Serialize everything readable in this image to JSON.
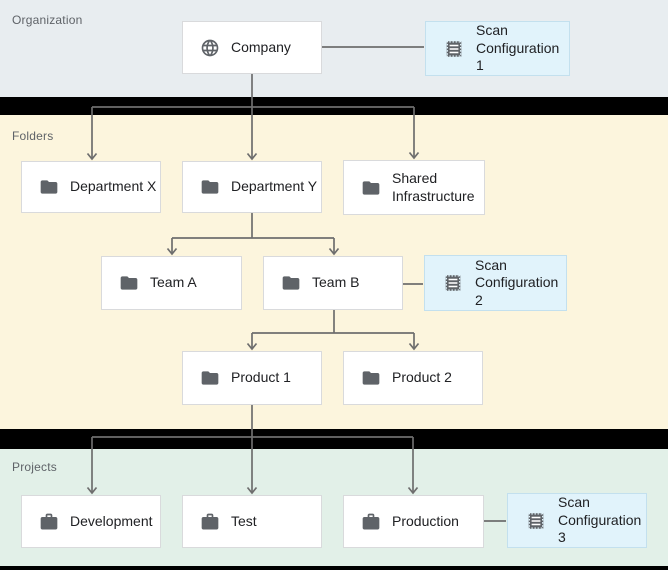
{
  "sections": {
    "organization": {
      "label": "Organization"
    },
    "folders": {
      "label": "Folders"
    },
    "projects": {
      "label": "Projects"
    }
  },
  "nodes": {
    "company": {
      "label": "Company",
      "icon": "globe-icon"
    },
    "department_x": {
      "label": "Department X",
      "icon": "folder-icon"
    },
    "department_y": {
      "label": "Department Y",
      "icon": "folder-icon"
    },
    "shared_infrastructure": {
      "label": "Shared Infrastructure",
      "icon": "folder-icon"
    },
    "team_a": {
      "label": "Team A",
      "icon": "folder-icon"
    },
    "team_b": {
      "label": "Team B",
      "icon": "folder-icon"
    },
    "product_1": {
      "label": "Product 1",
      "icon": "folder-icon"
    },
    "product_2": {
      "label": "Product 2",
      "icon": "folder-icon"
    },
    "development": {
      "label": "Development",
      "icon": "briefcase-icon"
    },
    "test": {
      "label": "Test",
      "icon": "briefcase-icon"
    },
    "production": {
      "label": "Production",
      "icon": "briefcase-icon"
    }
  },
  "scan_configurations": {
    "config_1": {
      "label": "Scan Configuration 1",
      "icon": "scan-config-icon"
    },
    "config_2": {
      "label": "Scan Configuration 2",
      "icon": "scan-config-icon"
    },
    "config_3": {
      "label": "Scan Configuration 3",
      "icon": "scan-config-icon"
    }
  },
  "colors": {
    "organization_bg": "#e8edf0",
    "folders_bg": "#fcf5dd",
    "projects_bg": "#e2f0e8",
    "scan_config_bg": "#e1f3fb",
    "scan_config_border": "#c3e0ee",
    "node_bg": "#ffffff",
    "node_border": "#d9dadc",
    "section_divider": "#000000",
    "connector_line": "#6e6e6e",
    "icon_color": "#5f6368",
    "node_text": "#202124",
    "section_label_text": "#5f6368"
  }
}
